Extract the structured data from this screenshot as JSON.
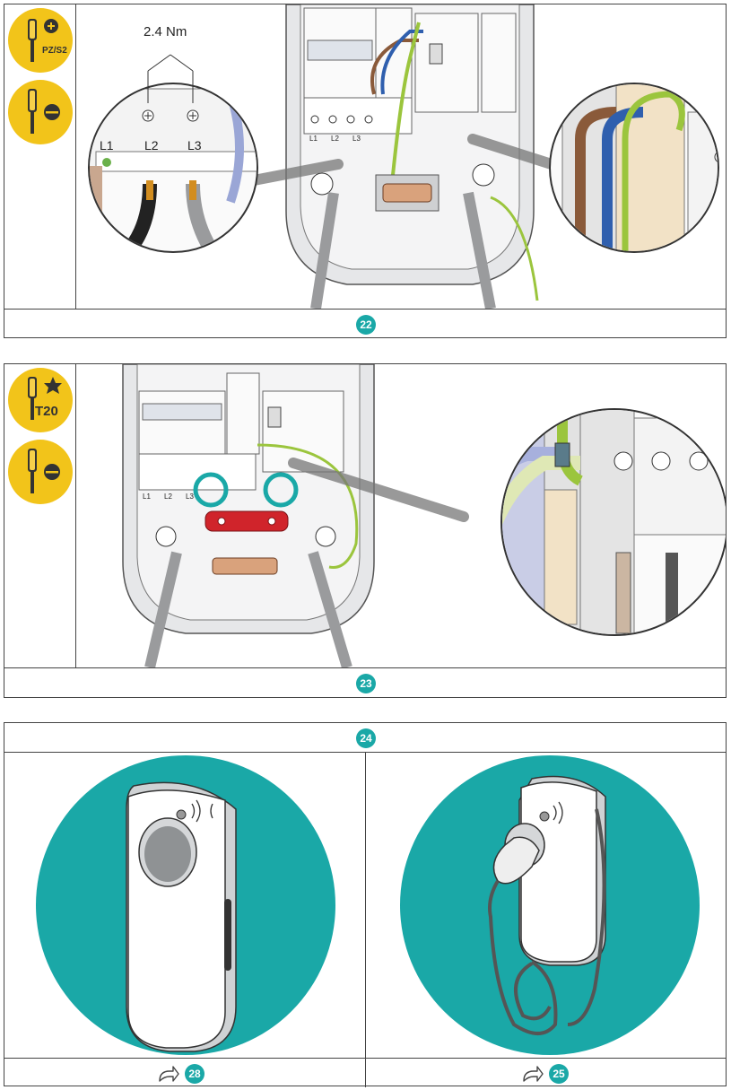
{
  "step22": {
    "number": "22",
    "torque": "2.4 Nm",
    "tools": [
      {
        "icon": "phillips-screwdriver-icon",
        "label": "PZ/S2"
      },
      {
        "icon": "flat-screwdriver-icon",
        "label": ""
      }
    ],
    "terminals": [
      "L1",
      "L2",
      "L3"
    ],
    "zoom_terminals": [
      "L1",
      "L2",
      "L3"
    ]
  },
  "step23": {
    "number": "23",
    "tools": [
      {
        "icon": "torx-screwdriver-icon",
        "label": "T20"
      },
      {
        "icon": "flat-screwdriver-icon",
        "label": ""
      }
    ],
    "terminals": [
      "L1",
      "L2",
      "L3"
    ]
  },
  "step24": {
    "number": "24",
    "left_next_step": "28",
    "right_next_step": "25"
  },
  "colors": {
    "teal": "#1aa8a7",
    "yellow": "#f2c41a",
    "red_clamp": "#d0242b",
    "copper": "#d9a27c",
    "wire_blue": "#2f5fae",
    "wire_brown": "#8a5a3a",
    "wire_green_yellow": "#9bc53d"
  }
}
